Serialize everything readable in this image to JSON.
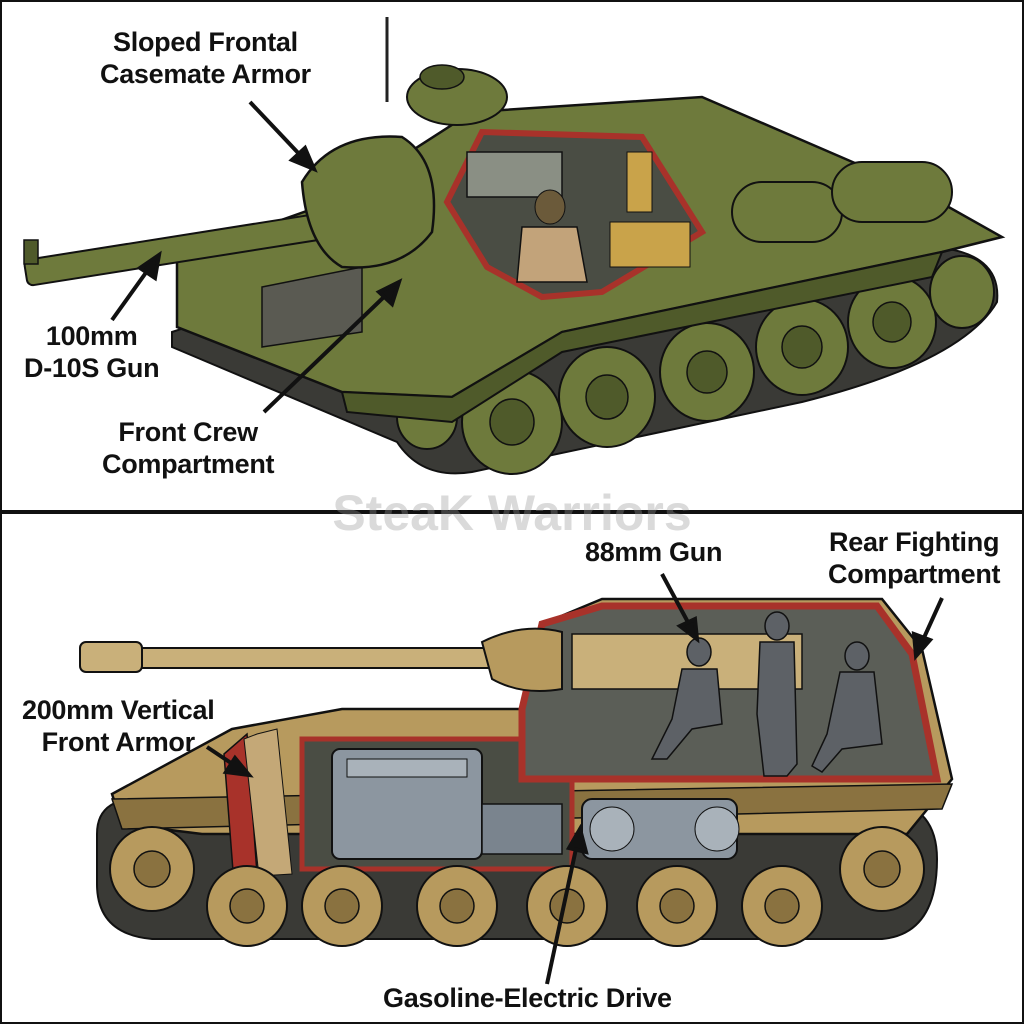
{
  "watermark": "SteaK Warriors",
  "top_panel": {
    "callouts": {
      "armor": [
        "Sloped Frontal",
        "Casemate Armor"
      ],
      "gun": [
        "100mm",
        "D-10S Gun"
      ],
      "crew": [
        "Front Crew",
        "Compartment"
      ]
    }
  },
  "bottom_panel": {
    "callouts": {
      "gun": [
        "88mm Gun"
      ],
      "fighting": [
        "Rear Fighting",
        "Compartment"
      ],
      "armor": [
        "200mm Vertical",
        "Front Armor"
      ],
      "drive": [
        "Gasoline-Electric Drive"
      ]
    }
  },
  "colors": {
    "soviet_green": "#6e7a3c",
    "soviet_green_dark": "#4f5a2a",
    "german_tan": "#b79a5e",
    "german_tan_dark": "#8a7240",
    "armor_red": "#a8322a",
    "track": "#3a3a36",
    "engine_gray": "#8c96a0",
    "crew_gray": "#5d6166"
  }
}
